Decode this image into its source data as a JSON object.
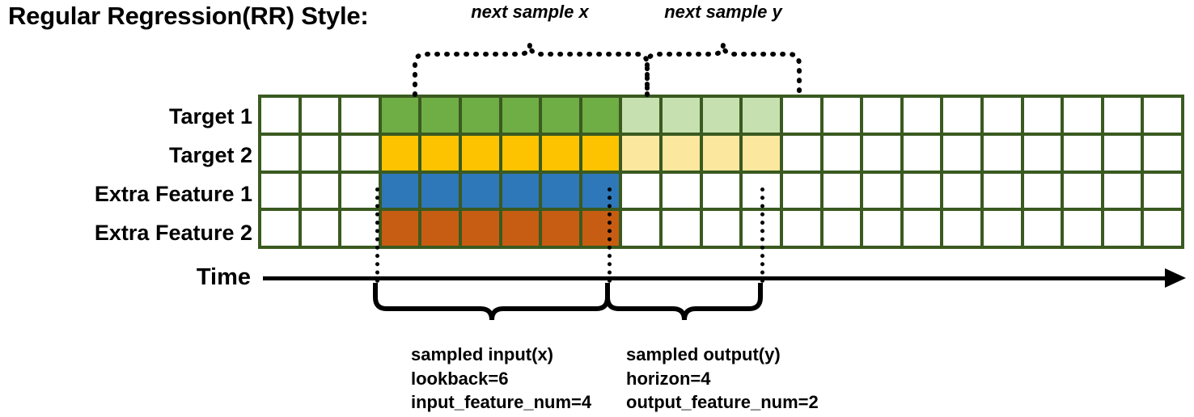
{
  "title": "Regular Regression(RR) Style:",
  "rows": [
    {
      "label": "Target 1",
      "name": "target-1"
    },
    {
      "label": "Target 2",
      "name": "target-2"
    },
    {
      "label": "Extra Feature 1",
      "name": "extra-feature-1"
    },
    {
      "label": "Extra Feature 2",
      "name": "extra-feature-2"
    }
  ],
  "time_axis": {
    "label": "Time"
  },
  "top_braces": [
    {
      "label": "next sample x",
      "name": "next-sample-x"
    },
    {
      "label": "next sample y",
      "name": "next-sample-y"
    }
  ],
  "bottom_captions": [
    {
      "name": "sampled-input",
      "line1": "sampled input(x)",
      "line2": "lookback=6",
      "line3": "input_feature_num=4"
    },
    {
      "name": "sampled-output",
      "line1": "sampled output(y)",
      "line2": "horizon=4",
      "line3": "output_feature_num=2"
    }
  ],
  "colors": {
    "grid_border": "#3a5a20",
    "empty": "#ffffff",
    "target_1_input": "#6fad45",
    "target_1_output": "#c6e0b0",
    "target_2_input": "#fdc300",
    "target_2_output": "#fce79f",
    "extra_feature_1_input": "#2e77b8",
    "extra_feature_2_input": "#c75d12",
    "axis": "#000000"
  },
  "grid": {
    "columns": 23,
    "rows": 4,
    "input_start_col": 3,
    "input_end_col": 8,
    "output_start_col": 9,
    "output_end_col": 12,
    "cell_fills": [
      [
        "#ffffff",
        "#ffffff",
        "#ffffff",
        "#6fad45",
        "#6fad45",
        "#6fad45",
        "#6fad45",
        "#6fad45",
        "#6fad45",
        "#c6e0b0",
        "#c6e0b0",
        "#c6e0b0",
        "#c6e0b0",
        "#ffffff",
        "#ffffff",
        "#ffffff",
        "#ffffff",
        "#ffffff",
        "#ffffff",
        "#ffffff",
        "#ffffff",
        "#ffffff",
        "#ffffff"
      ],
      [
        "#ffffff",
        "#ffffff",
        "#ffffff",
        "#fdc300",
        "#fdc300",
        "#fdc300",
        "#fdc300",
        "#fdc300",
        "#fdc300",
        "#fce79f",
        "#fce79f",
        "#fce79f",
        "#fce79f",
        "#ffffff",
        "#ffffff",
        "#ffffff",
        "#ffffff",
        "#ffffff",
        "#ffffff",
        "#ffffff",
        "#ffffff",
        "#ffffff",
        "#ffffff"
      ],
      [
        "#ffffff",
        "#ffffff",
        "#ffffff",
        "#2e77b8",
        "#2e77b8",
        "#2e77b8",
        "#2e77b8",
        "#2e77b8",
        "#2e77b8",
        "#ffffff",
        "#ffffff",
        "#ffffff",
        "#ffffff",
        "#ffffff",
        "#ffffff",
        "#ffffff",
        "#ffffff",
        "#ffffff",
        "#ffffff",
        "#ffffff",
        "#ffffff",
        "#ffffff",
        "#ffffff"
      ],
      [
        "#ffffff",
        "#ffffff",
        "#ffffff",
        "#c75d12",
        "#c75d12",
        "#c75d12",
        "#c75d12",
        "#c75d12",
        "#c75d12",
        "#ffffff",
        "#ffffff",
        "#ffffff",
        "#ffffff",
        "#ffffff",
        "#ffffff",
        "#ffffff",
        "#ffffff",
        "#ffffff",
        "#ffffff",
        "#ffffff",
        "#ffffff",
        "#ffffff",
        "#ffffff"
      ]
    ]
  }
}
